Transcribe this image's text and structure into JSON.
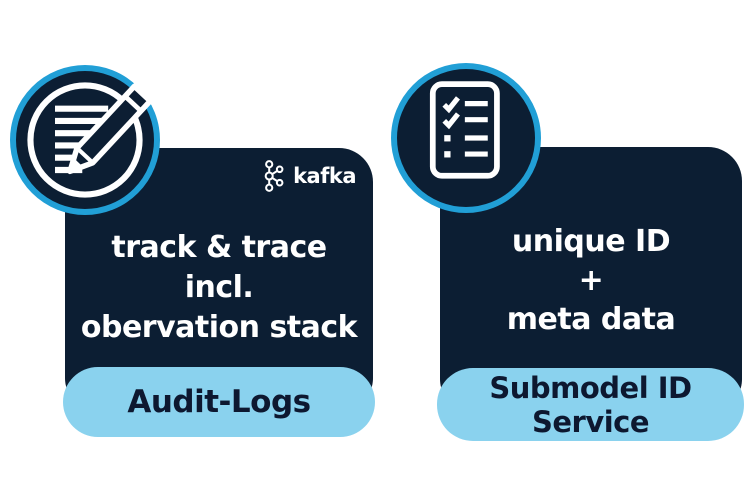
{
  "colors": {
    "card_bg": "#0c1e33",
    "pill_bg": "#8ad2ee",
    "ring": "#219fd6",
    "card_text": "#ffffff",
    "pill_text": "#0d1830",
    "page_bg": "#ffffff"
  },
  "cards": [
    {
      "name": "audit-logs",
      "icon": "edit-note-icon",
      "badge": {
        "label": "kafka",
        "icon": "kafka-logo-icon"
      },
      "lines": [
        "track & trace",
        "incl.",
        "obervation stack"
      ],
      "pill_lines": [
        "Audit-Logs"
      ]
    },
    {
      "name": "submodel-id-service",
      "icon": "checklist-icon",
      "lines": [
        "unique ID",
        "+",
        "meta data"
      ],
      "pill_lines": [
        "Submodel ID",
        "Service"
      ]
    }
  ]
}
